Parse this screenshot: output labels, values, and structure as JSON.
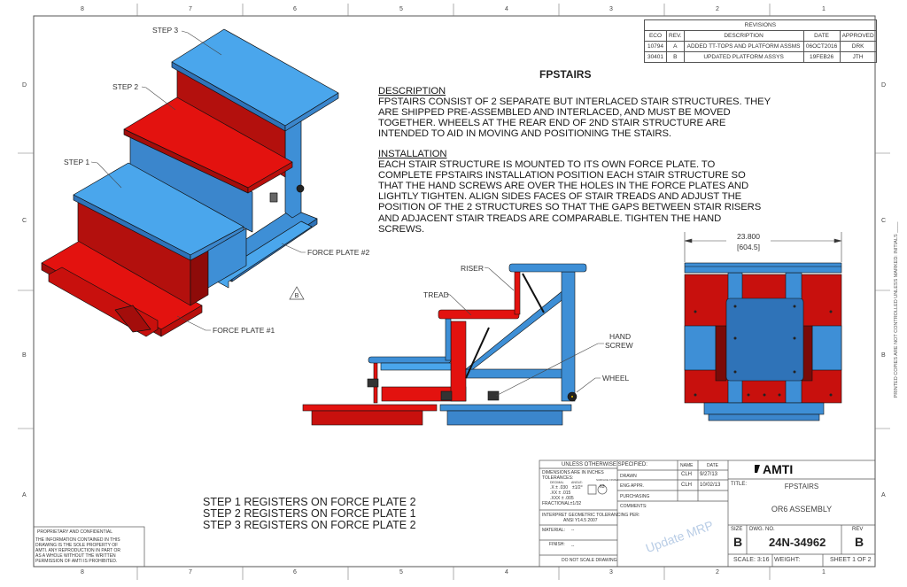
{
  "sheet": {
    "title": "FPSTAIRS",
    "zones_top": [
      "8",
      "7",
      "6",
      "5",
      "4",
      "3",
      "2",
      "1"
    ],
    "zones_side": [
      "D",
      "C",
      "B",
      "A"
    ],
    "side_note": "PRINTED COPIES ARE NOT CONTROLLED UNLESS MARKED: INITIALS ____"
  },
  "description": {
    "heading": "DESCRIPTION",
    "lines": [
      "FPSTAIRS CONSIST OF 2 SEPARATE BUT INTERLACED STAIR STRUCTURES.  THEY",
      "ARE SHIPPED PRE-ASSEMBLED AND INTERLACED, AND MUST BE MOVED",
      "TOGETHER.  WHEELS AT THE REAR END OF 2ND STAIR STRUCTURE ARE",
      "INTENDED TO AID IN MOVING AND POSITIONING THE STAIRS."
    ]
  },
  "installation": {
    "heading": "INSTALLATION",
    "lines": [
      "EACH STAIR STRUCTURE IS MOUNTED TO ITS OWN FORCE PLATE.  TO",
      "COMPLETE FPSTAIRS INSTALLATION  POSITION EACH STAIR STRUCTURE SO",
      "THAT THE HAND SCREWS ARE OVER THE HOLES IN THE FORCE PLATES AND",
      "LIGHTLY TIGHTEN.  ALIGN SIDES FACES OF STAIR TREADS AND  ADJUST THE",
      "POSITION OF THE 2 STRUCTURES SO THAT THE GAPS BETWEEN STAIR RISERS",
      "AND ADJACENT STAIR TREADS ARE COMPARABLE.  TIGHTEN THE HAND",
      "SCREWS."
    ]
  },
  "revisions": {
    "title": "REVISIONS",
    "headers": [
      "ECO",
      "REV.",
      "DESCRIPTION",
      "DATE",
      "APPROVED"
    ],
    "rows": [
      [
        "10794",
        "A",
        "ADDED TT-TOPS AND PLATFORM ASSMS",
        "06OCT2016",
        "DRK"
      ],
      [
        "30401",
        "B",
        "UPDATED PLATFORM ASSYS",
        "19FEB26",
        "JTH"
      ]
    ]
  },
  "iso_labels": {
    "step3": "STEP 3",
    "step2": "STEP 2",
    "step1": "STEP 1",
    "plate2": "FORCE PLATE #2",
    "plate1": "FORCE PLATE #1",
    "rev_flag": "B"
  },
  "side_labels": {
    "riser": "RISER",
    "tread": "TREAD",
    "hand": "HAND",
    "screw": "SCREW",
    "wheel": "WHEEL"
  },
  "dimension": {
    "inches": "23.800",
    "mm": "[604.5]"
  },
  "registrations": [
    "STEP 1 REGISTERS ON FORCE PLATE 2",
    "STEP 2 REGISTERS ON FORCE PLATE 1",
    "STEP 3 REGISTERS ON FORCE PLATE 2"
  ],
  "proprietary": {
    "heading": "PROPRIETARY AND CONFIDENTIAL",
    "lines": [
      "THE INFORMATION CONTAINED IN THIS",
      "DRAWING IS THE SOLE PROPERTY OF",
      "AMTI.  ANY REPRODUCTION IN PART OR",
      "AS A WHOLE WITHOUT THE WRITTEN",
      "PERMISSION OF AMTI IS PROHIBITED."
    ]
  },
  "title_block": {
    "unless": "UNLESS OTHERWISE SPECIFIED:",
    "dims": "DIMENSIONS ARE IN INCHES",
    "tolerances": "TOLERANCES:",
    "decimal_label": "DECIMAL",
    "decimal": [
      ".X ± .030",
      ".XX ± .015",
      ".XXX ± .005"
    ],
    "angle_label": "ANGLE:",
    "angle": "±1/2°",
    "surface_label": "SURFACE FINISH",
    "surface": "63",
    "fractional": "FRACTIONAL±1/32",
    "gdt": "INTERPRET GEOMETRIC TOLERANCING PER:",
    "gdt_std": "ANSI Y14.5 2007",
    "material_label": "MATERIAL:",
    "material": "--",
    "finish_label": "FINISH:",
    "finish": "--",
    "noscale": "DO NOT SCALE DRAWING",
    "col_name": "NAME",
    "col_date": "DATE",
    "drawn_label": "DRAWN",
    "drawn_name": "CLH",
    "drawn_date": "9/27/13",
    "eng_label": "ENG APPR.",
    "eng_name": "CLH",
    "eng_date": "10/02/13",
    "purchasing_label": "PURCHASING",
    "comments_label": "COMMENTS:",
    "watermark": "Update MRP",
    "company": "AMTI",
    "title_label": "TITLE:",
    "title1": "FPSTAIRS",
    "title2": "OR6 ASSEMBLY",
    "size_label": "SIZE",
    "size": "B",
    "dwg_label": "DWG.  NO.",
    "dwg_no": "24N-34962",
    "rev_label": "REV",
    "rev": "B",
    "scale": "SCALE: 3:16",
    "weight": "WEIGHT:",
    "sheet": "SHEET 1 OF 2"
  },
  "colors": {
    "blue": "#4aa6ec",
    "blue_dark": "#2f73b8",
    "red": "#e3120f",
    "red_dark": "#a30d0b"
  }
}
